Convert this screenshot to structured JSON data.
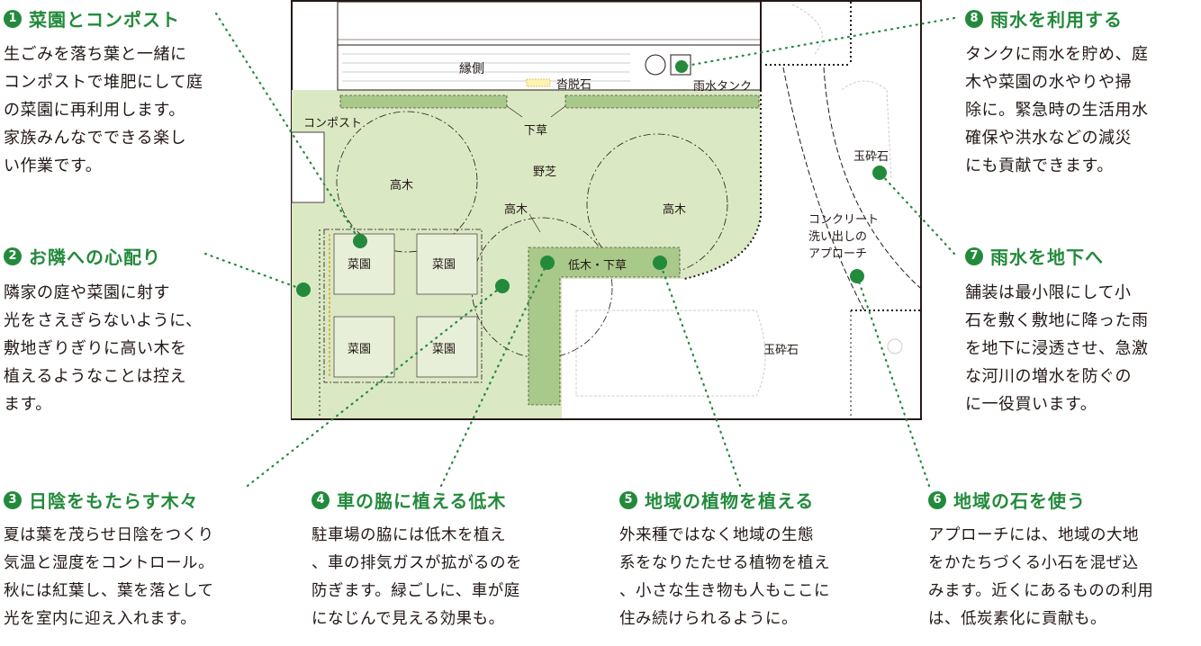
{
  "colors": {
    "accent": "#238a3c",
    "lawn": "#dbe8c4",
    "grass_band": "#a9c98a",
    "outline": "#231815"
  },
  "annotations": [
    {
      "num": "1",
      "title": "菜園とコンポスト",
      "body": [
        "生ごみを落ち葉と一緒に",
        "コンポストで堆肥にして庭",
        "の菜園に再利用します。",
        "家族みんなでできる楽し",
        "い作業です。"
      ]
    },
    {
      "num": "2",
      "title": "お隣への心配り",
      "body": [
        "隣家の庭や菜園に射す",
        "光をさえぎらないように、",
        "敷地ぎりぎりに高い木を",
        "植えるようなことは控え",
        "ます。"
      ]
    },
    {
      "num": "3",
      "title": "日陰をもたらす木々",
      "body": [
        "夏は葉を茂らせ日陰をつくり",
        "気温と湿度をコントロール。",
        "秋には紅葉し、葉を落として",
        "光を室内に迎え入れます。"
      ]
    },
    {
      "num": "4",
      "title": "車の脇に植える低木",
      "body": [
        "駐車場の脇には低木を植え",
        "、車の排気ガスが拡がるのを",
        "防ぎます。緑ごしに、車が庭",
        "になじんで見える効果も。"
      ]
    },
    {
      "num": "5",
      "title": "地域の植物を植える",
      "body": [
        "外来種ではなく地域の生態",
        "系をなりたたせる植物を植え",
        "、小さな生き物も人もここに",
        "住み続けられるように。"
      ]
    },
    {
      "num": "6",
      "title": "地域の石を使う",
      "body": [
        "アプローチには、地域の大地",
        "をかたちづくる小石を混ぜ込",
        "みます。近くにあるものの利用",
        "は、低炭素化に貢献も。"
      ]
    },
    {
      "num": "7",
      "title": "雨水を地下へ",
      "body": [
        "舗装は最小限にして小",
        "石を敷く敷地に降った雨",
        "を地下に浸透させ、急激",
        "な河川の増水を防ぐの",
        "に一役買います。"
      ]
    },
    {
      "num": "8",
      "title": "雨水を利用する",
      "body": [
        "タンクに雨水を貯め、庭",
        "木や菜園の水やりや掃",
        "除に。緊急時の生活用水",
        "確保や洪水などの減災",
        "にも貢献できます。"
      ]
    }
  ],
  "plan_labels": {
    "engawa": "縁側",
    "kutsunugi": "沓脱石",
    "tank": "雨水タンク",
    "compost": "コンポスト",
    "shitakusa": "下草",
    "shiba": "野芝",
    "kouboku_left": "高木",
    "kouboku_mid": "高木",
    "kouboku_right": "高木",
    "saien_1": "菜園",
    "saien_2": "菜園",
    "saien_3": "菜園",
    "saien_4": "菜園",
    "teiboku": "低木・下草",
    "gyokusai_top": "玉砕石",
    "gyokusai_bottom": "玉砕石",
    "approach_1": "コンクリート",
    "approach_2": "洗い出しの",
    "approach_3": "アプローチ"
  }
}
